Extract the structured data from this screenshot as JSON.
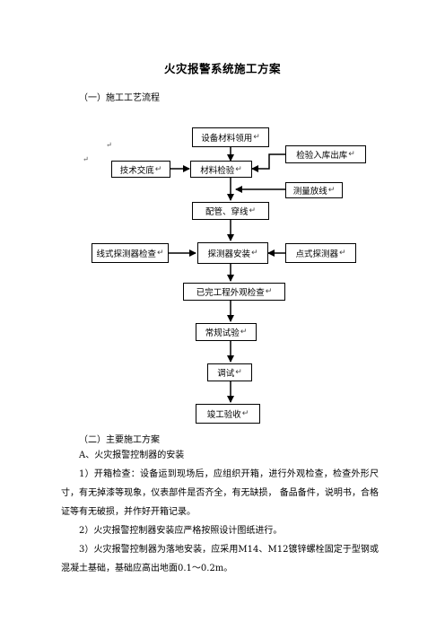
{
  "title": "火灾报警系统施工方案",
  "section1": "（一）施工工艺流程",
  "flow": {
    "equipment_receive": "设备材料领用",
    "inspect_storage": "检验入库出库",
    "tech_briefing": "技术交底",
    "material_check": "材料检验",
    "measure_layout": "测量放线",
    "piping_wiring": "配管、穿线",
    "linear_detector_check": "线式探测器检查",
    "detector_install": "探测器安装",
    "point_detector": "点式探测器",
    "visual_inspection": "已完工程外观检查",
    "routine_test": "常规试验",
    "debugging": "调试",
    "acceptance": "竣工验收",
    "return_mark": "↵"
  },
  "section2": "（二）主要施工方案",
  "subsection_a": "A、火灾报警控制器的安装",
  "p1": "1）开箱检查：设备运到现场后，应组织开箱，进行外观检查，检查外形尺寸，有无掉漆等现象，仪表部件是否齐全，有无缺损， 备品备件，说明书，合格证等有无破损，并作好开箱记录。",
  "p2": "2）火灾报警控制器安装应严格按照设计图纸进行。",
  "p3": "3）火灾报警控制器为落地安装，应采用M14、M12镀锌螺栓固定于型钢或混凝土基础，基础应高出地面0.1～0.2m。"
}
